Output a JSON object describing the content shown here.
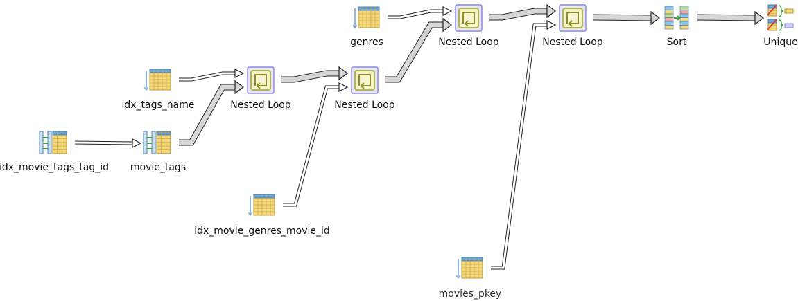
{
  "diagram": {
    "nodes": [
      {
        "id": "genres",
        "label": "genres",
        "kind": "seq-scan",
        "icon": "table-scan-icon"
      },
      {
        "id": "idx_tags_name",
        "label": "idx_tags_name",
        "kind": "seq-scan",
        "icon": "index-scan-icon"
      },
      {
        "id": "idx_movie_tags_tag_id",
        "label": "idx_movie_tags_tag_id",
        "kind": "bitmap-index",
        "icon": "bitmap-index-icon"
      },
      {
        "id": "movie_tags",
        "label": "movie_tags",
        "kind": "bitmap-heap",
        "icon": "bitmap-heap-icon"
      },
      {
        "id": "nl1",
        "label": "Nested Loop",
        "kind": "nested-loop",
        "icon": "nested-loop-icon"
      },
      {
        "id": "nl2",
        "label": "Nested Loop",
        "kind": "nested-loop",
        "icon": "nested-loop-icon"
      },
      {
        "id": "idx_movie_genres_movie_id",
        "label": "idx_movie_genres_movie_id",
        "kind": "seq-scan",
        "icon": "index-scan-icon"
      },
      {
        "id": "nl3",
        "label": "Nested Loop",
        "kind": "nested-loop",
        "icon": "nested-loop-icon"
      },
      {
        "id": "nl4",
        "label": "Nested Loop",
        "kind": "nested-loop",
        "icon": "nested-loop-icon"
      },
      {
        "id": "movies_pkey",
        "label": "movies_pkey",
        "kind": "seq-scan",
        "icon": "index-scan-icon"
      },
      {
        "id": "sort",
        "label": "Sort",
        "kind": "sort",
        "icon": "sort-icon"
      },
      {
        "id": "unique",
        "label": "Unique",
        "kind": "unique",
        "icon": "unique-icon"
      }
    ],
    "edges": [
      {
        "from": "idx_movie_tags_tag_id",
        "to": "movie_tags"
      },
      {
        "from": "idx_tags_name",
        "to": "nl1"
      },
      {
        "from": "movie_tags",
        "to": "nl1"
      },
      {
        "from": "nl1",
        "to": "nl2"
      },
      {
        "from": "idx_movie_genres_movie_id",
        "to": "nl2"
      },
      {
        "from": "genres",
        "to": "nl3"
      },
      {
        "from": "nl2",
        "to": "nl3"
      },
      {
        "from": "nl3",
        "to": "nl4"
      },
      {
        "from": "movies_pkey",
        "to": "nl4"
      },
      {
        "from": "nl4",
        "to": "sort"
      },
      {
        "from": "sort",
        "to": "unique"
      }
    ]
  }
}
